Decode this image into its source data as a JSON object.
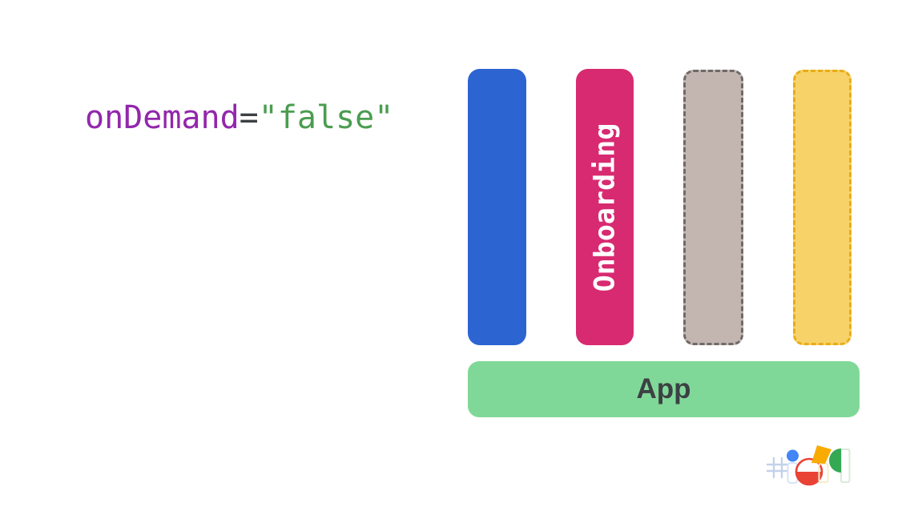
{
  "slide": {
    "background_color": "#ffffff",
    "code_snippet": {
      "attribute_name": "onDemand",
      "operator": "=",
      "value": "\"false\"",
      "attribute_color": "#9227ac",
      "operator_color": "#3c4043",
      "value_color": "#4a9d4f"
    },
    "modules": {
      "blue": {
        "label": "",
        "fill": "#2c65d2",
        "border_style": "solid"
      },
      "onboarding": {
        "label": "Onboarding",
        "fill": "#d82a71",
        "label_color": "#ffffff",
        "border_style": "solid"
      },
      "gray": {
        "label": "",
        "fill": "#c3b5b0",
        "border_color": "#6e6a68",
        "border_style": "dashed"
      },
      "yellow": {
        "label": "",
        "fill": "#f7d268",
        "border_color": "#e9ac17",
        "border_style": "dashed"
      }
    },
    "app_block": {
      "label": "App",
      "fill": "#80d898",
      "text_color": "#3c4043"
    },
    "footer_logo": {
      "alt": "#io19",
      "colors": {
        "blue": "#4285f4",
        "red": "#e94335",
        "yellow": "#f9ab00",
        "green": "#34a853",
        "light_blue": "#c3d1ea"
      }
    }
  }
}
